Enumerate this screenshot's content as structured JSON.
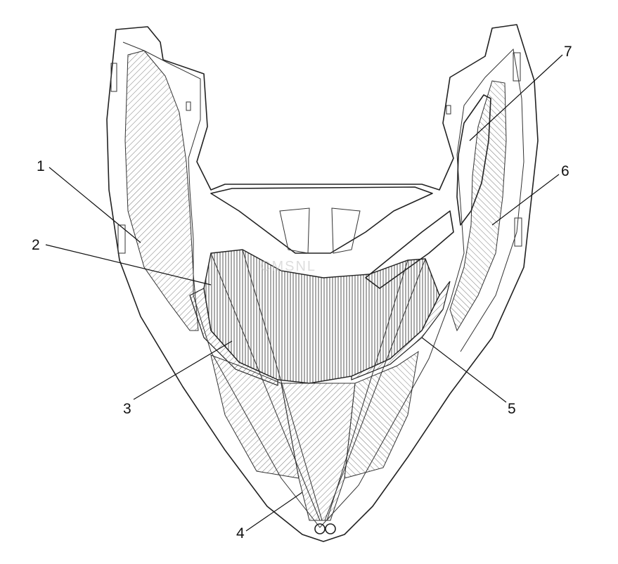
{
  "diagram": {
    "callouts": [
      {
        "id": "1",
        "label": "1"
      },
      {
        "id": "2",
        "label": "2"
      },
      {
        "id": "3",
        "label": "3"
      },
      {
        "id": "4",
        "label": "4"
      },
      {
        "id": "5",
        "label": "5"
      },
      {
        "id": "6",
        "label": "6"
      },
      {
        "id": "7",
        "label": "7"
      }
    ],
    "colors": {
      "line": "#222222",
      "background": "#ffffff"
    }
  }
}
